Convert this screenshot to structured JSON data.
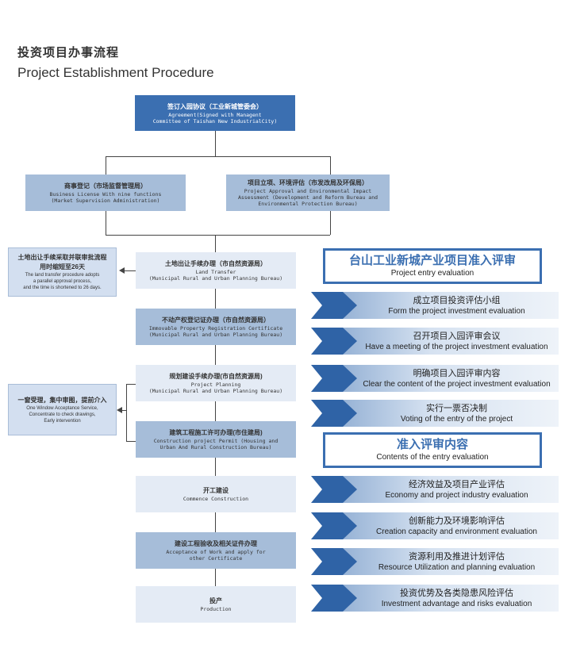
{
  "title": {
    "cn": "投资项目办事流程",
    "en": "Project Establishment Procedure"
  },
  "agreement": {
    "cn": "签订入园协议（工业新城管委会）",
    "en": "Agreement(Signed with Managent\nCommittee of Taishan New IndustrialCity)"
  },
  "business_license": {
    "cn": "商事登记（市场监督管理局）",
    "en": "Business License With nine functions\n(Market Supervision Administration)"
  },
  "project_approval": {
    "cn": "项目立项、环境评估（市发改局及环保局）",
    "en": "Project Approval and Environmental Impact\nAssessment (Development and Reform Bureau and\nEnvironmental Protection Bureau)"
  },
  "side_land": {
    "cn1": "土地出让手续采取并联审批流程",
    "cn2": "用时缩短至26天",
    "en": "The land transfer procedure adopts\na parallel approval process,\nand the time is shortened to 26 days."
  },
  "side_window": {
    "cn": "一窗受理，集中审图，提前介入",
    "en": "One Window Acceptance Service,\nConcentrate to check drawings,\nEarly intervention"
  },
  "main_steps": [
    {
      "cn": "土地出让手续办理（市自然资源局）",
      "en": "Land Transfer\n(Municipal Rural and Urban Planning Bureau)"
    },
    {
      "cn": "不动产权登记证办理（市自然资源局）",
      "en": "Immovable Property Registration Certificate\n(Municipal Rural and Urban Planning Bureau)"
    },
    {
      "cn": "规划建设手续办理(市自然资源局)",
      "en": "Project Planning\n(Municipal Rural and Urban Planning Bureau)"
    },
    {
      "cn": "建筑工程施工许可办理(市住建局)",
      "en": "Construction project Permit (Housing and\nUrban And Rural Construction Bureau)"
    },
    {
      "cn": "开工建设",
      "en": "Commence Construction"
    },
    {
      "cn": "建设工程验收及相关证件办理",
      "en": "Acceptance of Work and apply for\nother Certificate"
    },
    {
      "cn": "投产",
      "en": "Production"
    }
  ],
  "entry_evaluation": {
    "cn": "台山工业新城产业项目准入评审",
    "en": "Project entry evaluation"
  },
  "entry_steps": [
    {
      "cn": "成立项目投资评估小组",
      "en": "Form the project investment evaluation"
    },
    {
      "cn": "召开项目入园评审会议",
      "en": "Have a meeting of the project investment evaluation"
    },
    {
      "cn": "明确项目入园评审内容",
      "en": "Clear the content of the project investment evaluation"
    },
    {
      "cn": "实行一票否决制",
      "en": "Voting of the entry of the project"
    }
  ],
  "contents_evaluation": {
    "cn": "准入评审内容",
    "en": "Contents of the entry evaluation"
  },
  "content_steps": [
    {
      "cn": "经济效益及项目产业评估",
      "en": "Economy and project industry evaluation"
    },
    {
      "cn": "创新能力及环境影响评估",
      "en": "Creation capacity and environment evaluation"
    },
    {
      "cn": "资源利用及推进计划评估",
      "en": "Resource Utilization and planning evaluation"
    },
    {
      "cn": "投资优势及各类隐患风险评估",
      "en": "Investment advantage and risks evaluation"
    }
  ],
  "colors": {
    "dark_blue": "#3b6fb1",
    "mid_blue": "#a6bdd9",
    "light_blue": "#d3dff0"
  }
}
